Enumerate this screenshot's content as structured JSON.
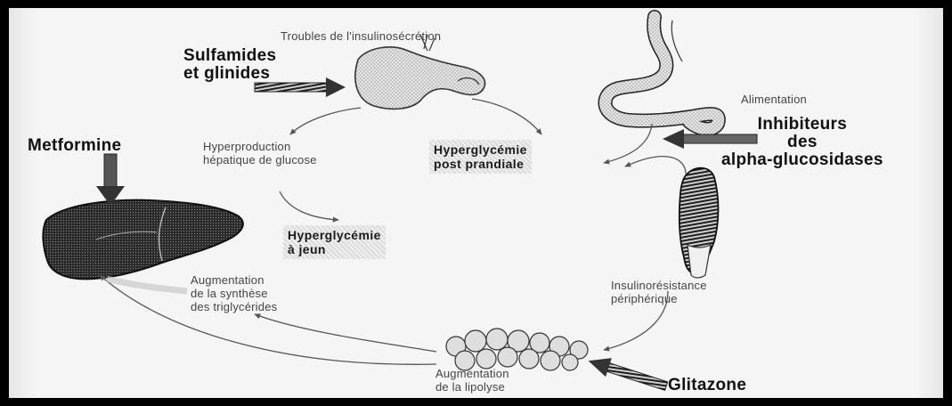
{
  "labels": {
    "troubles": "Troubles de l'insulinosécrétion",
    "sulfamides_line1": "Sulfamides",
    "sulfamides_line2": "et glinides",
    "alimentation": "Alimentation",
    "inhibiteurs_line1": "Inhibiteurs",
    "inhibiteurs_line2": "des",
    "inhibiteurs_line3": "alpha-glucosidases",
    "metformine": "Metformine",
    "hyperproduction_line1": "Hyperproduction",
    "hyperproduction_line2": "hépatique de glucose",
    "hyper_pp_line1": "Hyperglycémie",
    "hyper_pp_line2": "post prandiale",
    "hyper_jeun_line1": "Hyperglycémie",
    "hyper_jeun_line2": "à jeun",
    "augm_trig_line1": "Augmentation",
    "augm_trig_line2": "de la synthèse",
    "augm_trig_line3": "des triglycérides",
    "insulino_line1": "Insulinorésistance",
    "insulino_line2": "périphérique",
    "augm_lipo_line1": "Augmentation",
    "augm_lipo_line2": "de la lipolyse",
    "glitazone": "Glitazone"
  },
  "icons": {
    "pancreas": "pancreas-icon",
    "stomach": "stomach-icon",
    "liver": "liver-icon",
    "muscle": "muscle-icon",
    "adipose": "adipose-tissue-icon"
  }
}
